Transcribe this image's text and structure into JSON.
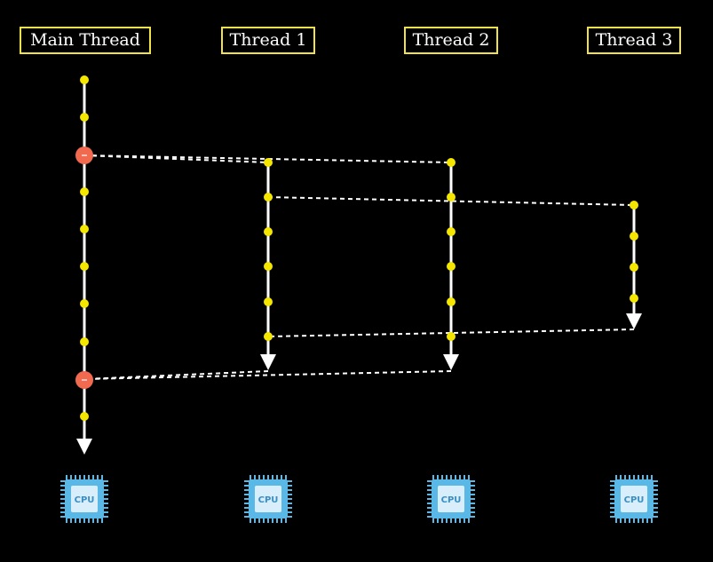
{
  "threads": [
    {
      "label": "Main Thread"
    },
    {
      "label": "Thread 1"
    },
    {
      "label": "Thread 2"
    },
    {
      "label": "Thread 3"
    }
  ],
  "cpu": {
    "label": "CPU",
    "icon": "cpu-chip-icon"
  },
  "colors": {
    "background": "#000000",
    "label_border": "#f2e24a",
    "timeline": "#ffffff",
    "step_dot": "#f5e600",
    "sync_dot": "#f16a4f",
    "cpu_body": "#5ab8e6",
    "cpu_inner": "#d8eefa",
    "cpu_text": "#3a8fc4"
  }
}
